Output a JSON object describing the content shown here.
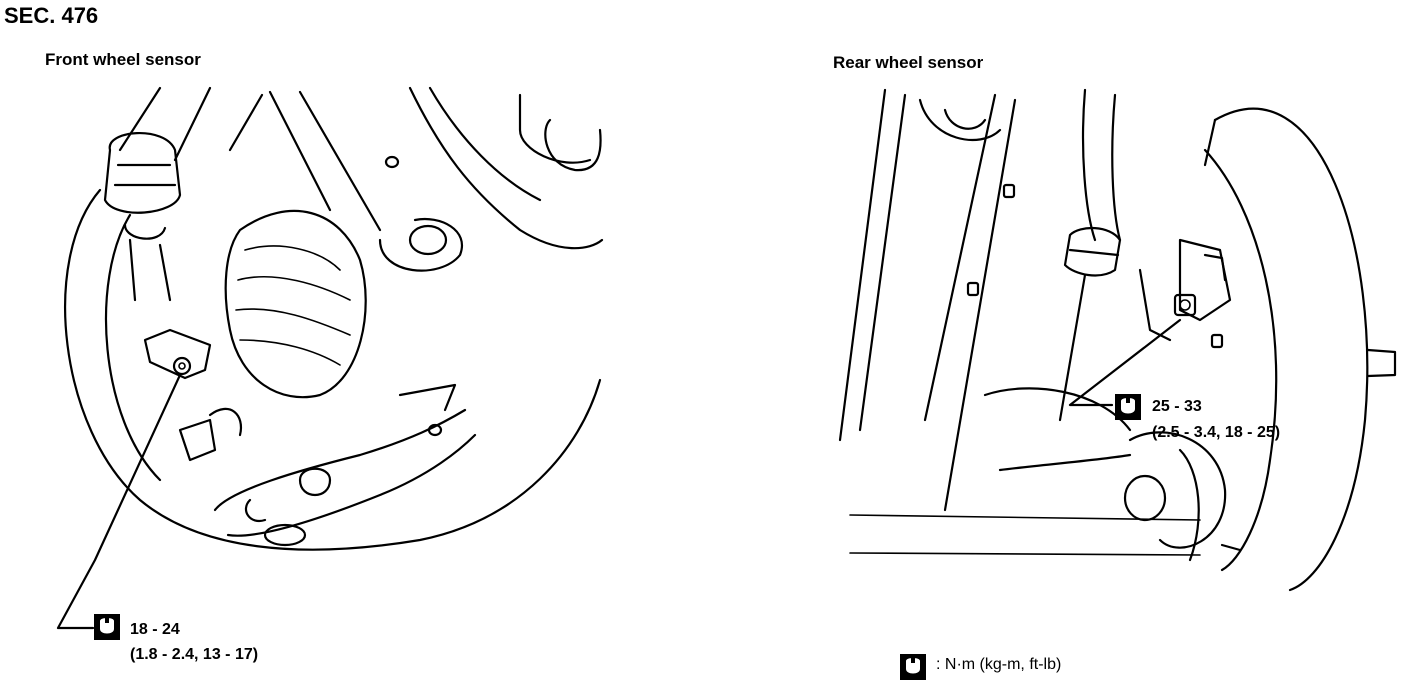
{
  "section": "SEC. 476",
  "front": {
    "title": "Front wheel sensor",
    "torque": "18 - 24",
    "torque_sub": "(1.8 - 2.4, 13 - 17)"
  },
  "rear": {
    "title": "Rear wheel sensor",
    "torque": "25 - 33",
    "torque_sub": "(2.5 - 3.4, 18 - 25)"
  },
  "legend": {
    "text": ": N·m (kg-m, ft-lb)",
    "icon": "torque-wrench-icon"
  },
  "colors": {
    "line": "#000000",
    "background": "#ffffff"
  }
}
